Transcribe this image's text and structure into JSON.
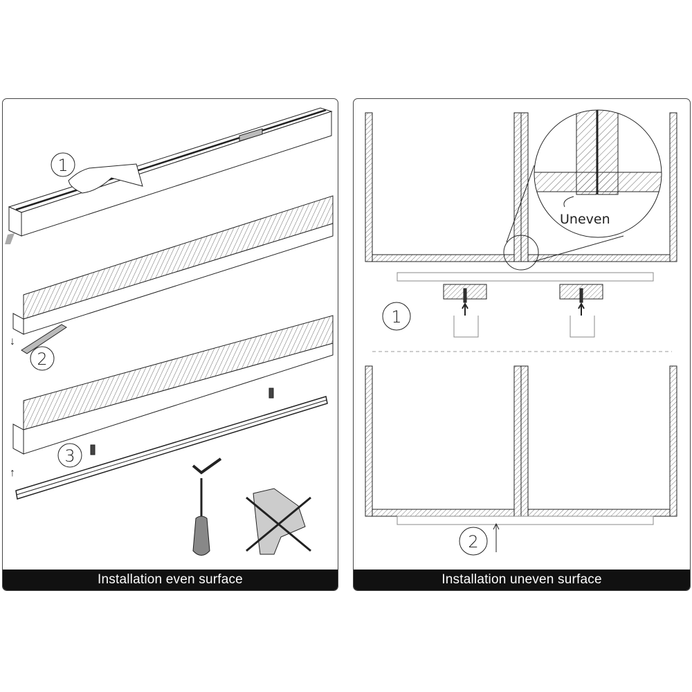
{
  "left_panel": {
    "footer_label": "Installation even surface",
    "steps": [
      "1",
      "2",
      "3"
    ],
    "tools": {
      "allowed": "screwdriver-icon",
      "forbidden": "power-drill-icon"
    }
  },
  "right_panel": {
    "footer_label": "Installation uneven surface",
    "steps": [
      "1",
      "2"
    ],
    "callout_label": "Uneven"
  },
  "colors": {
    "footer_bg": "#111111",
    "line": "#222222",
    "hatch": "#555555"
  }
}
